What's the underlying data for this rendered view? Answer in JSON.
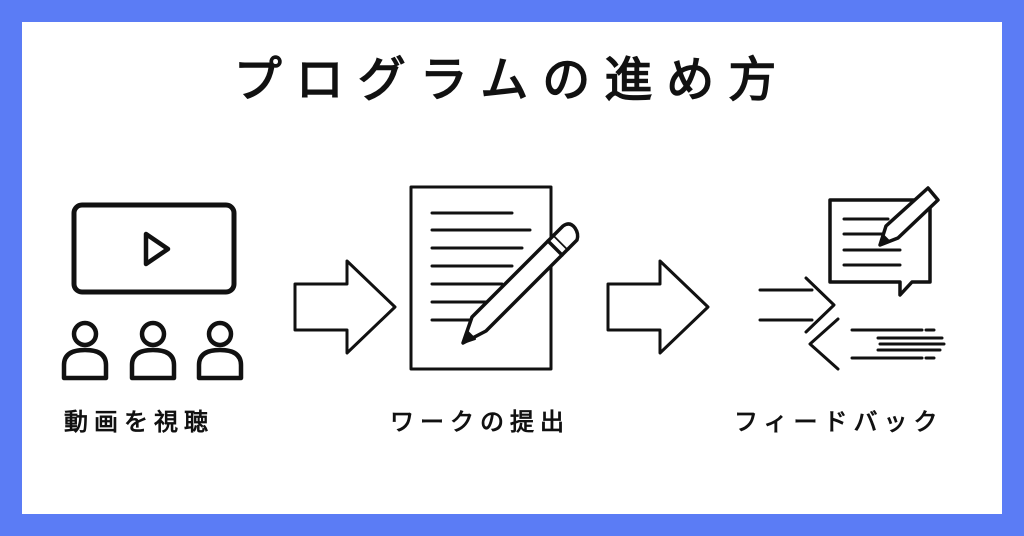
{
  "title": "プログラムの進め方",
  "steps": [
    {
      "label": "動画を視聴"
    },
    {
      "label": "ワークの提出"
    },
    {
      "label": "フィードバック"
    }
  ],
  "colors": {
    "frame": "#5b7cf5",
    "background": "#ffffff",
    "ink": "#111111"
  },
  "icons": [
    "video-player-icon",
    "audience-icon",
    "arrow-right-icon",
    "document-pencil-icon",
    "feedback-icon"
  ]
}
